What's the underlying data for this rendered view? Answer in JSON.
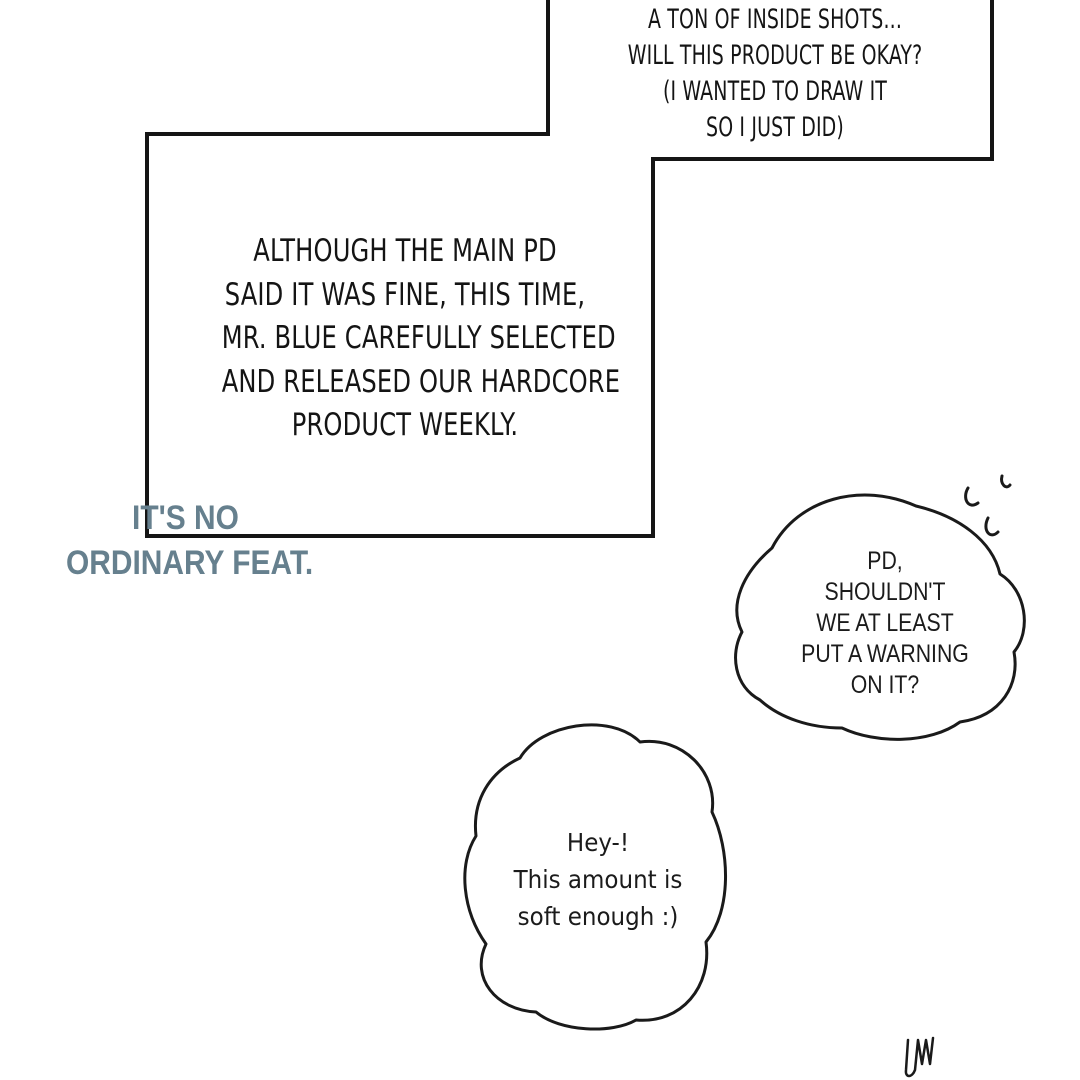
{
  "captions": {
    "top": [
      "A TON OF INSIDE SHOTS...",
      "WILL THIS PRODUCT BE OKAY?",
      "(I WANTED TO DRAW IT",
      "SO I JUST DID)"
    ],
    "main": [
      "ALTHOUGH THE MAIN PD",
      "SAID IT WAS FINE, THIS TIME,",
      "MR. BLUE CAREFULLY SELECTED",
      "AND RELEASED OUR HARDCORE",
      "PRODUCT WEEKLY."
    ]
  },
  "sfx": {
    "lines": [
      "IT'S NO",
      "ORDINARY FEAT."
    ],
    "color": "#66808e"
  },
  "bubbles": {
    "pd_warning": [
      "PD,",
      "SHOULDN'T",
      "WE  AT LEAST",
      "PUT A WARNING",
      "ON IT?"
    ],
    "hey": [
      "Hey-!",
      "This amount is",
      "soft enough :)"
    ]
  },
  "icons": {
    "sweat_drops": "sweat-drops-icon",
    "signature": "signature-icon"
  }
}
